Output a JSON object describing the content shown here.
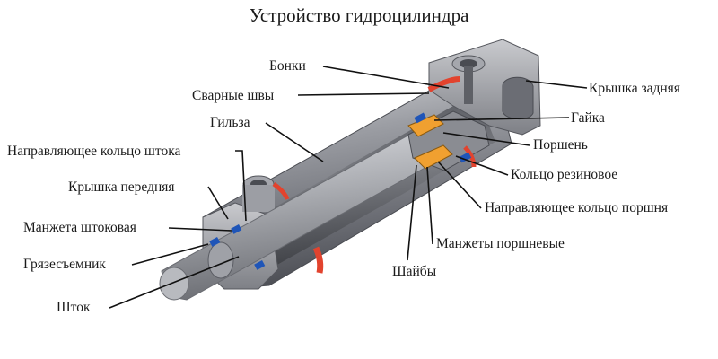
{
  "title": "Устройство гидроцилиндра",
  "labels": {
    "bonki": "Бонки",
    "welds": "Сварные швы",
    "sleeve": "Гильза",
    "rod_guide_ring": "Направляющее кольцо штока",
    "front_cover": "Крышка передняя",
    "rod_cuff": "Манжета штоковая",
    "wiper": "Грязесъемник",
    "rod": "Шток",
    "rear_cover": "Крышка задняя",
    "nut": "Гайка",
    "piston": "Поршень",
    "rubber_ring": "Кольцо резиновое",
    "piston_guide_ring": "Направляющее кольцо поршня",
    "piston_cuffs": "Манжеты поршневые",
    "washers": "Шайбы"
  },
  "colors": {
    "steel_dark": "#5a5c63",
    "steel_mid": "#8d8f96",
    "steel_light": "#c4c6cb",
    "weld_red": "#e2432e",
    "seal_blue": "#1f55b8",
    "guide_orange": "#f0a030"
  }
}
